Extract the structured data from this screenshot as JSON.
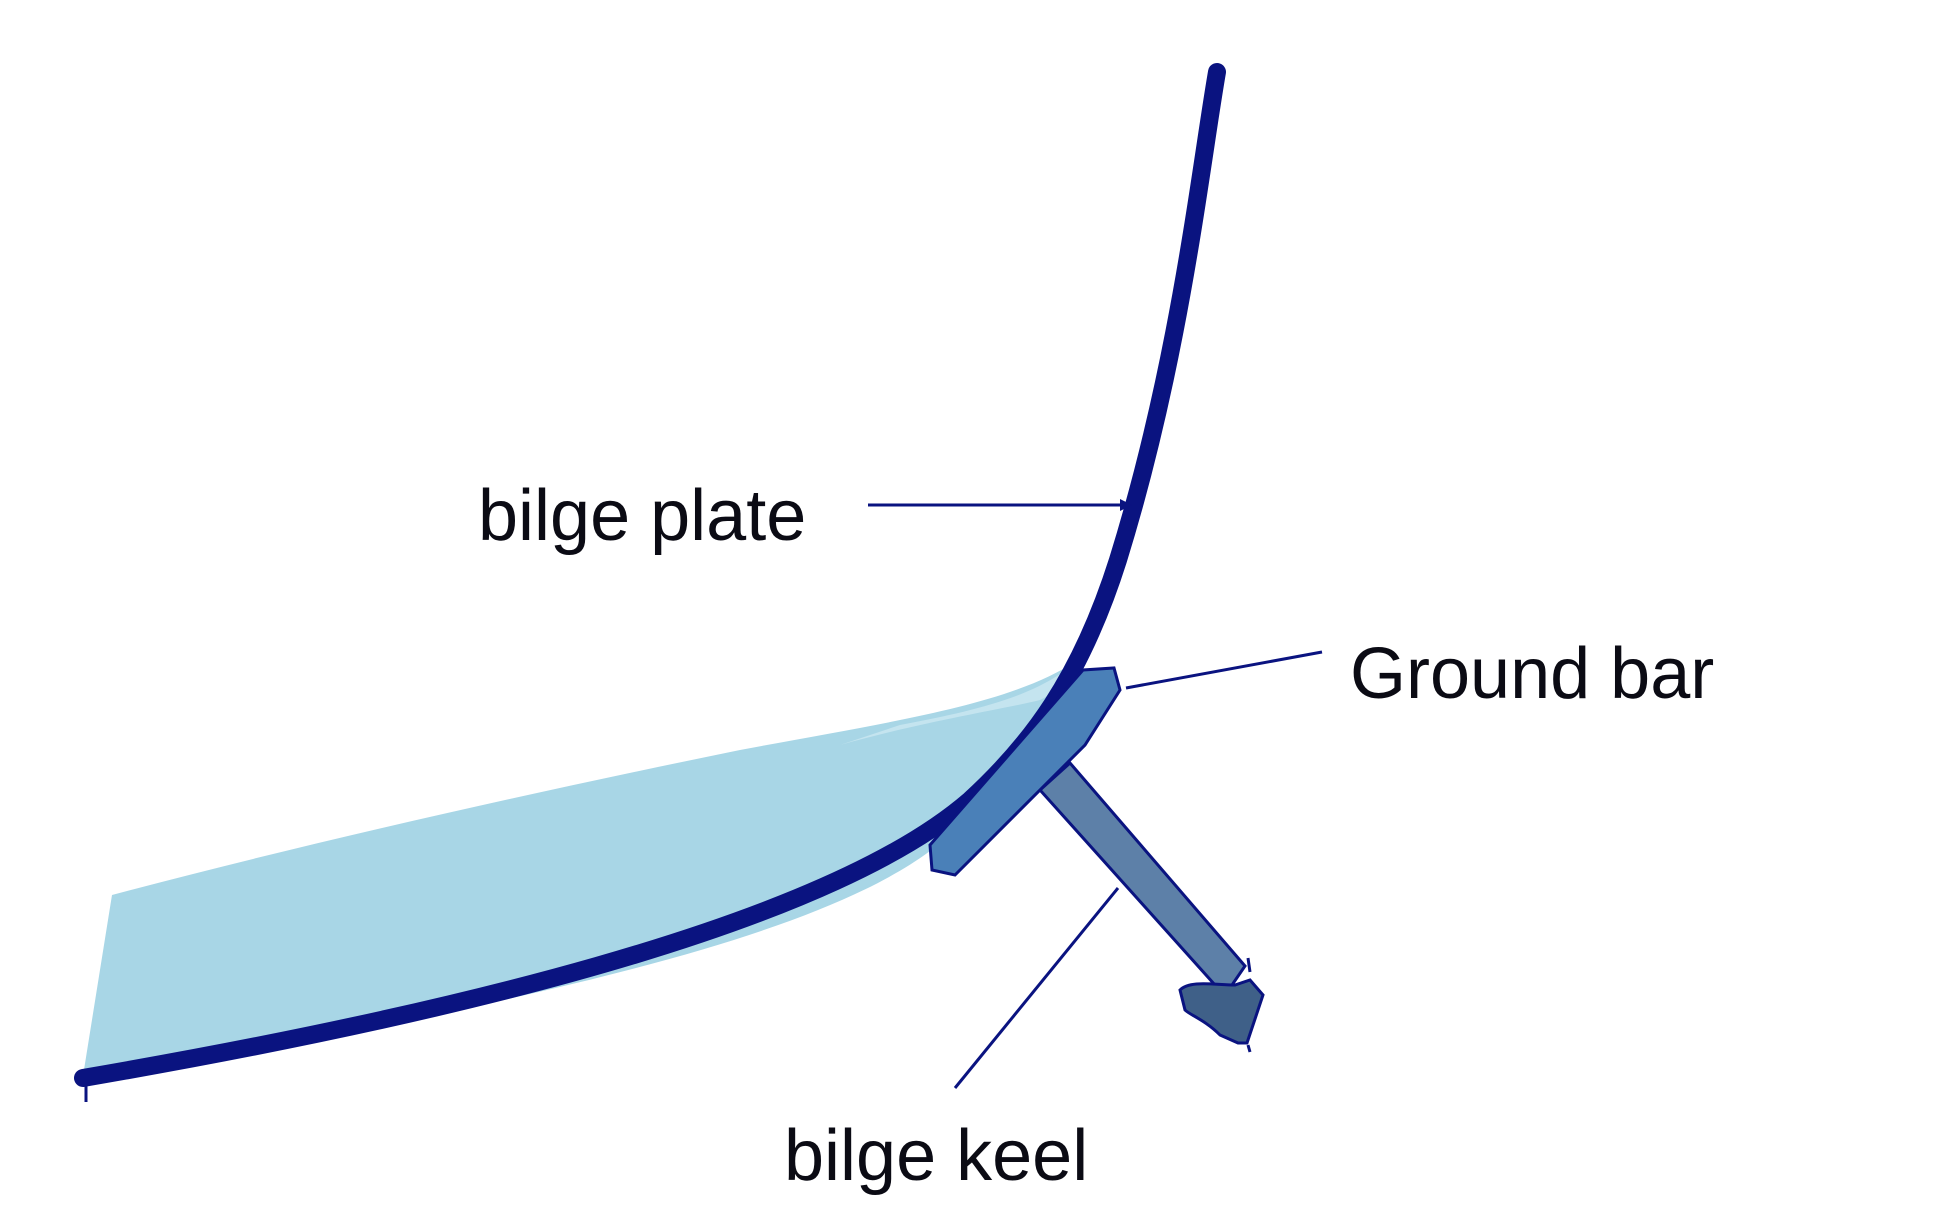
{
  "labels": {
    "bilge_plate": "bilge plate",
    "ground_bar": "Ground bar",
    "bilge_keel": "bilge keel"
  },
  "colors": {
    "hull_line": "#0a1380",
    "water_fill": "#a8d6e6",
    "water_highlight": "#c4e4ef",
    "ground_bar_fill": "#4a80b8",
    "bilge_keel_fill": "#5d80a8",
    "bulb_fill": "#3f6088",
    "leader_line": "#0a1380",
    "text": "#0b0b14"
  }
}
